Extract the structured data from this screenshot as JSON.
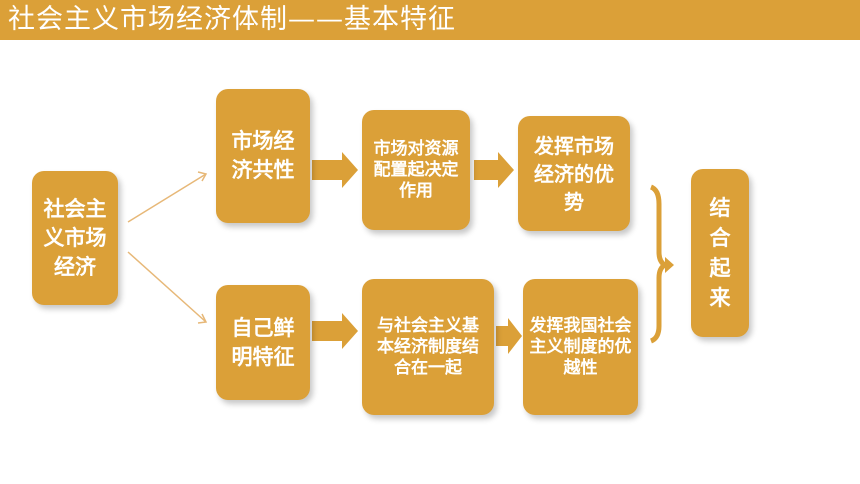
{
  "header": {
    "title": "社会主义市场经济体制——基本特征"
  },
  "diagram": {
    "root": "社会主义市场经济",
    "common_feature": "市场经济共性",
    "distinct_feature": "自己鲜明特征",
    "market_role": "市场对资源配置起决定作用",
    "market_advantage": "发挥市场经济的优势",
    "system_combination": "与社会主义基本经济制度结合在一起",
    "system_advantage": "发挥我国社会主义制度的优越性",
    "conclusion": "结合起来"
  },
  "colors": {
    "accent": "#dba038",
    "text": "#ffffff",
    "line": "#e7b878"
  }
}
